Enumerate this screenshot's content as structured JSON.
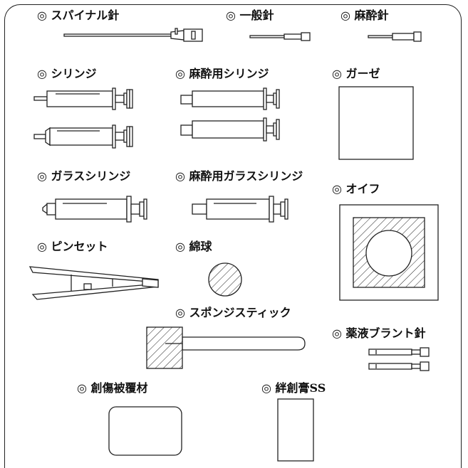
{
  "marker": "◎",
  "labels": {
    "spinal_needle": "スパイナル針",
    "general_needle": "一般針",
    "anesthesia_needle": "麻酔針",
    "syringe": "シリンジ",
    "anesthesia_syringe": "麻酔用シリンジ",
    "gauze": "ガーゼ",
    "glass_syringe": "ガラスシリンジ",
    "anesthesia_glass_syringe": "麻酔用ガラスシリンジ",
    "oif": "オイフ",
    "tweezers": "ピンセット",
    "cotton_ball": "綿球",
    "sponge_stick": "スポンジスティック",
    "blunt_needle": "薬液ブラント針",
    "wound_dressing": "創傷被覆材",
    "adhesive_plaster": "絆創膏SS"
  }
}
